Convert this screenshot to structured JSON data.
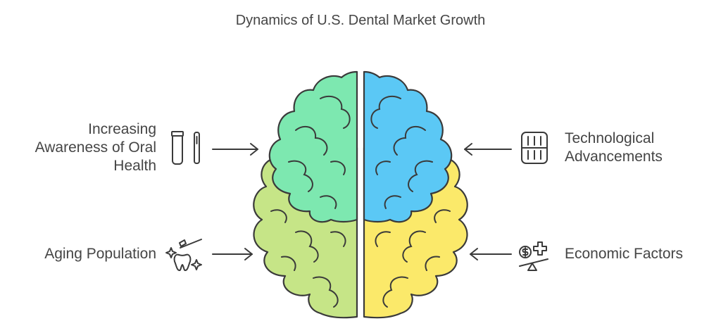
{
  "title": "Dynamics of U.S. Dental Market Growth",
  "factors": {
    "awareness": {
      "lines": [
        "Increasing",
        "Awareness of Oral",
        "Health"
      ],
      "icon": "toothpaste-toothbrush-icon"
    },
    "aging": {
      "label": "Aging Population",
      "icon": "tooth-sparkle-icon"
    },
    "tech": {
      "lines": [
        "Technological",
        "Advancements"
      ],
      "icon": "teeth-dentures-icon"
    },
    "econ": {
      "label": "Economic Factors",
      "icon": "money-balance-icon"
    }
  },
  "colors": {
    "green_top": "#7de8b0",
    "green_bottom": "#c6e587",
    "blue_top": "#5bc8f5",
    "yellow_bottom": "#fbe96a",
    "stroke": "#3a3a3a"
  }
}
